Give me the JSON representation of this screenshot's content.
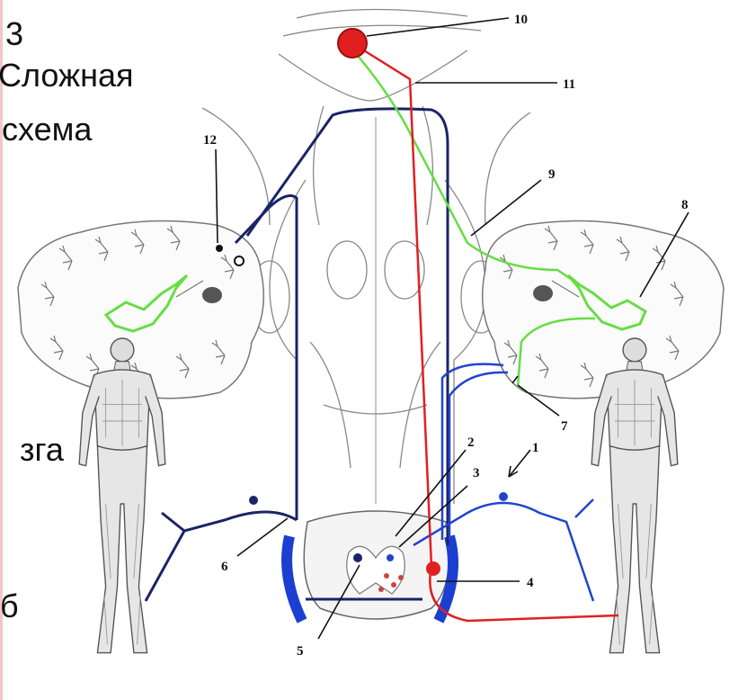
{
  "slide": {
    "text_fragments": [
      "3",
      "Сложная",
      "схема",
      "зга",
      "б"
    ]
  },
  "diagram": {
    "callouts": [
      "1",
      "2",
      "3",
      "4",
      "5",
      "6",
      "7",
      "8",
      "9",
      "10",
      "11",
      "12"
    ]
  },
  "colors": {
    "motor_red": "#e02020",
    "sensory_blue": "#2244cc",
    "dark_navy": "#1a2466",
    "cerebellar_green": "#66dd44",
    "outline": "#777777",
    "gray_nucleus": "#555555"
  },
  "icons": [
    "human-figure-icon",
    "cerebellum-hemisphere-icon",
    "spinal-cord-section-icon",
    "brainstem-outline-icon"
  ]
}
